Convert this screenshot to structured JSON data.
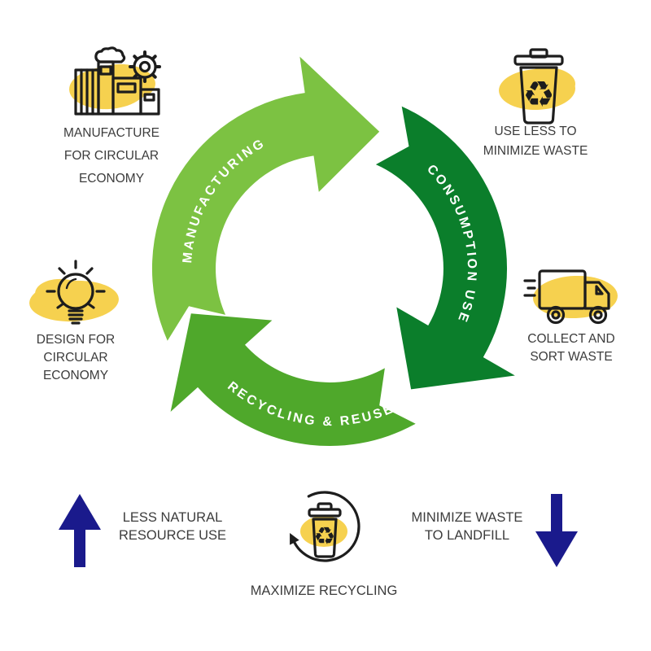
{
  "background": "#ffffff",
  "colors": {
    "light_green": "#7CC242",
    "mid_green": "#4FA82B",
    "dark_green": "#0B7E2B",
    "navy": "#1A1A8C",
    "splash_yellow": "#F6D14F",
    "label_text": "#3C3C3C",
    "arc_label_text": "#FFFFFF",
    "icon_stroke": "#1D1D1D"
  },
  "cycle": {
    "segments": [
      {
        "id": "manufacturing",
        "label": "MANUFACTURING"
      },
      {
        "id": "consumption-use",
        "label": "CONSUMPTION USE"
      },
      {
        "id": "recycling-reuse",
        "label": "RECYCLING & REUSE"
      }
    ]
  },
  "callouts": {
    "manufacture": {
      "icon": "factory-icon",
      "lines": [
        "MANUFACTURE",
        "FOR CIRCULAR",
        "ECONOMY"
      ]
    },
    "use_less": {
      "icon": "recycling-bin-icon",
      "lines": [
        "USE LESS TO",
        "MINIMIZE WASTE"
      ]
    },
    "design": {
      "icon": "lightbulb-icon",
      "lines": [
        "DESIGN FOR",
        "CIRCULAR",
        "ECONOMY"
      ]
    },
    "collect": {
      "icon": "delivery-truck-icon",
      "lines": [
        "COLLECT AND",
        "SORT WASTE"
      ]
    }
  },
  "footer": {
    "less_natural": {
      "icon": "up-arrow-icon",
      "lines": [
        "LESS NATURAL",
        "RESOURCE USE"
      ]
    },
    "maximize": {
      "icon": "recycling-loop-icon",
      "label": "MAXIMIZE RECYCLING"
    },
    "minimize": {
      "icon": "down-arrow-icon",
      "lines": [
        "MINIMIZE WASTE",
        "TO LANDFILL"
      ]
    }
  }
}
